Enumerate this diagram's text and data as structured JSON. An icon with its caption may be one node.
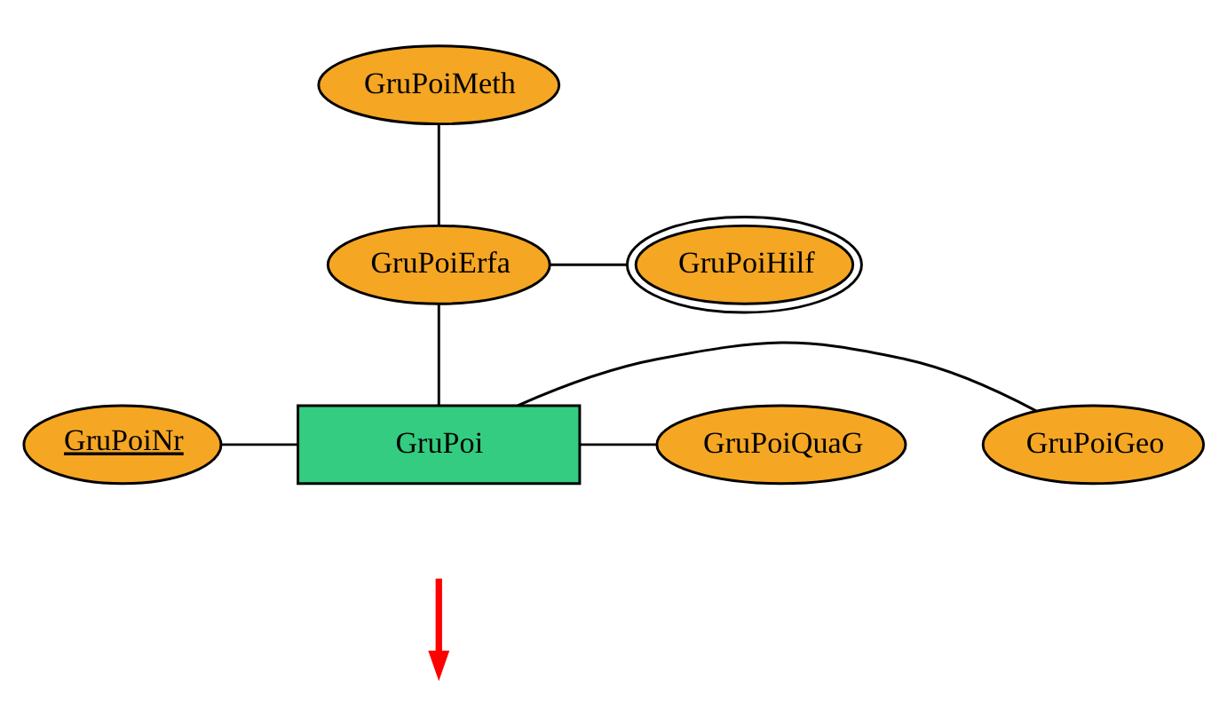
{
  "diagram": {
    "nodes": [
      {
        "text": [
          "GruPoiMeth"
        ]
      },
      {
        "text": [
          "GruPoiHilf"
        ]
      },
      {
        "text": [
          "GruPoiErfa"
        ]
      },
      {
        "text": [
          "GruPoiNr"
        ]
      },
      {
        "text": [
          "GruPoiGeo"
        ]
      },
      {
        "text": [
          "GruPoi"
        ]
      },
      {
        "text": [
          "GruPoiQuaG"
        ]
      }
    ],
    "edges": [
      {
        "from": 0,
        "to": 2,
        "arrow": "none"
      },
      {
        "from": 2,
        "to": 1,
        "arrow": "none"
      },
      {
        "from": 2,
        "to": 5,
        "arrow": "none"
      },
      {
        "from": 3,
        "to": 5,
        "arrow": "none"
      },
      {
        "from": 5,
        "to": 4,
        "arrow": "none"
      },
      {
        "from": 5,
        "to": 6,
        "arrow": "none"
      }
    ]
  }
}
